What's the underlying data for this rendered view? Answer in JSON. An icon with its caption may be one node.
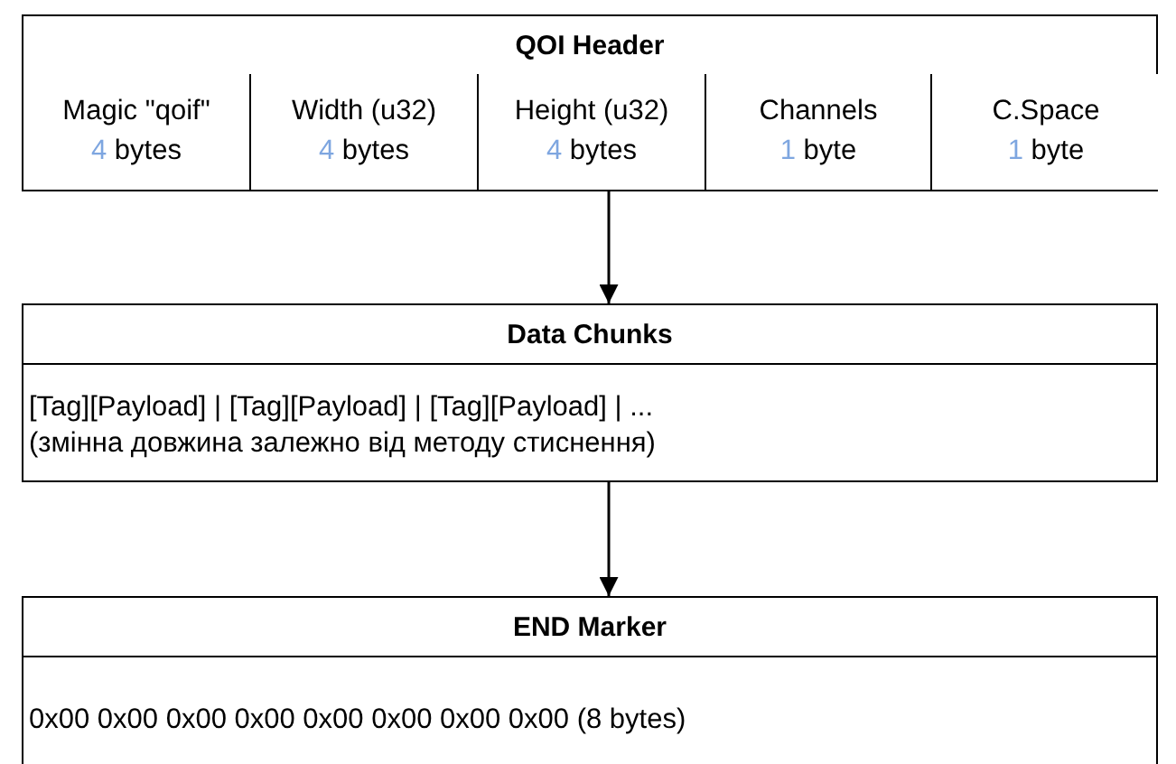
{
  "diagram": {
    "nodes": [
      {
        "text": [
          "QOI Header"
        ]
      },
      {
        "text": [
          "Magic \"qoif\"",
          "4 bytes"
        ],
        "in": 0
      },
      {
        "text": [
          "Width (u32)",
          "4 bytes"
        ],
        "in": 0
      },
      {
        "text": [
          "Height (u32)",
          "4 bytes"
        ],
        "in": 0
      },
      {
        "text": [
          "Channels",
          "1 byte"
        ],
        "in": 0
      },
      {
        "text": [
          "C.Space",
          "1 byte"
        ],
        "in": 0
      },
      {
        "text": [
          "Data Chunks",
          "[Tag][Payload] | [Tag][Payload] | [Tag][Payload] | ...",
          "(змінна довжина залежно від методу стиснення)"
        ]
      },
      {
        "text": [
          "END Marker",
          "0x00 0x00 0x00 0x00 0x00 0x00 0x00 0x00 (8 bytes)"
        ]
      }
    ],
    "edges": [
      {
        "from": 0,
        "to": 6,
        "arrow": "to"
      },
      {
        "from": 6,
        "to": 7,
        "arrow": "to"
      }
    ]
  }
}
